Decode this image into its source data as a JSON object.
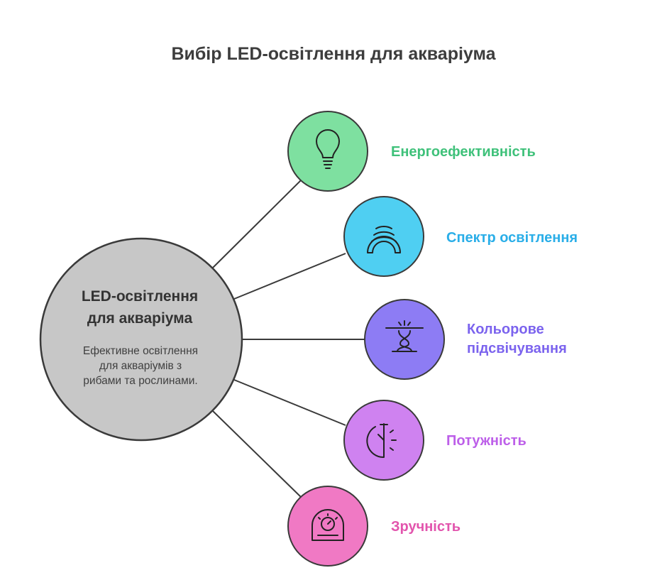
{
  "title": "Вибір LED-освітлення для акваріума",
  "center": {
    "title_lines": [
      "LED-освітлення",
      "для акваріума"
    ],
    "desc_lines": [
      "Ефективне освітлення",
      "для акваріумів з",
      "рибами та рослинами."
    ]
  },
  "branches": [
    {
      "label_lines": [
        "Енергоефективність"
      ],
      "icon": "lightbulb-icon",
      "fill": "#7ee0a0",
      "text_color": "#3fc17a"
    },
    {
      "label_lines": [
        "Спектр освітлення"
      ],
      "icon": "spectrum-arc-icon",
      "fill": "#4fcff2",
      "text_color": "#2aaee8"
    },
    {
      "label_lines": [
        "Кольорове",
        "підсвічування"
      ],
      "icon": "fountain-light-icon",
      "fill": "#8d7cf4",
      "text_color": "#7b63ee"
    },
    {
      "label_lines": [
        "Потужність"
      ],
      "icon": "power-gauge-icon",
      "fill": "#cf82f0",
      "text_color": "#bd5fe9"
    },
    {
      "label_lines": [
        "Зручність"
      ],
      "icon": "control-device-icon",
      "fill": "#f079c4",
      "text_color": "#e254ad"
    }
  ]
}
